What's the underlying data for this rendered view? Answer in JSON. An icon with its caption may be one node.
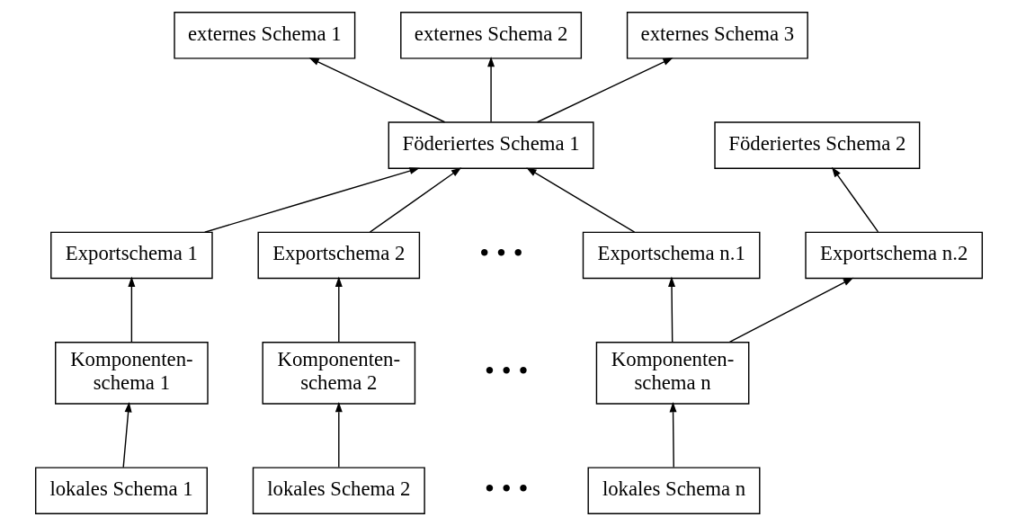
{
  "diagram": {
    "nodes": [
      {
        "text": [
          "externes Schema 1"
        ]
      },
      {
        "text": [
          "externes Schema 2"
        ]
      },
      {
        "text": [
          "externes Schema 3"
        ]
      },
      {
        "text": [
          "Föderiertes Schema 1"
        ]
      },
      {
        "text": [
          "Föderiertes Schema 2"
        ]
      },
      {
        "text": [
          "Exportschema 1"
        ]
      },
      {
        "text": [
          "Exportschema 2"
        ]
      },
      {
        "text": [
          "Exportschema n.1"
        ]
      },
      {
        "text": [
          "Exportschema n.2"
        ]
      },
      {
        "text": [
          "Komponenten- schema 1"
        ]
      },
      {
        "text": [
          "Komponenten- schema 2"
        ]
      },
      {
        "text": [
          "Komponenten- schema n"
        ]
      },
      {
        "text": [
          "lokales Schema 1"
        ]
      },
      {
        "text": [
          "lokales Schema 2"
        ]
      },
      {
        "text": [
          "lokales Schema n"
        ]
      }
    ],
    "edges": [
      {
        "from": 3,
        "to": 0,
        "arrow": "to"
      },
      {
        "from": 3,
        "to": 1,
        "arrow": "to"
      },
      {
        "from": 3,
        "to": 2,
        "arrow": "to"
      },
      {
        "from": 5,
        "to": 3,
        "arrow": "to"
      },
      {
        "from": 6,
        "to": 3,
        "arrow": "to"
      },
      {
        "from": 7,
        "to": 3,
        "arrow": "to"
      },
      {
        "from": 8,
        "to": 4,
        "arrow": "to"
      },
      {
        "from": 9,
        "to": 5,
        "arrow": "to"
      },
      {
        "from": 10,
        "to": 6,
        "arrow": "to"
      },
      {
        "from": 11,
        "to": 7,
        "arrow": "to"
      },
      {
        "from": 11,
        "to": 8,
        "arrow": "to"
      },
      {
        "from": 12,
        "to": 9,
        "arrow": "to"
      },
      {
        "from": 13,
        "to": 10,
        "arrow": "to"
      },
      {
        "from": 14,
        "to": 11,
        "arrow": "to"
      }
    ],
    "labels": [
      "• • •",
      "• • •",
      "• • •"
    ]
  }
}
